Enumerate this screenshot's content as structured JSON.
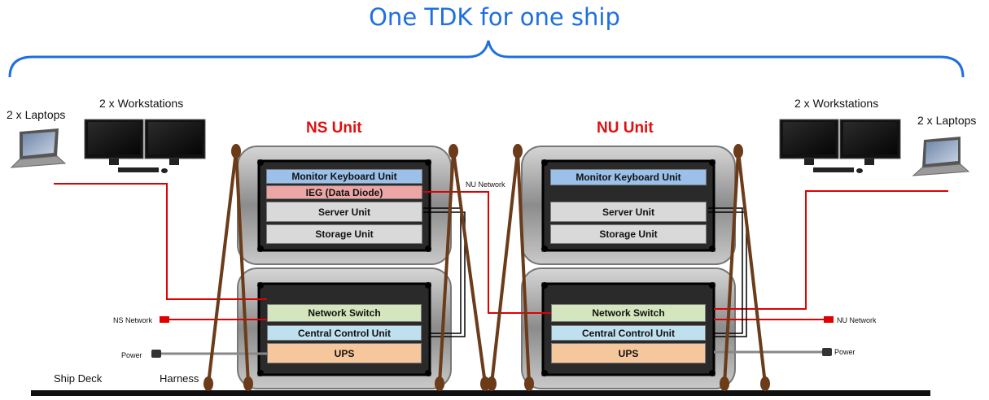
{
  "title": "One TDK for one ship",
  "labels": {
    "left_laptops": "2 x Laptops",
    "left_workstations": "2 x Workstations",
    "right_workstations": "2 x Workstations",
    "right_laptops": "2 x Laptops",
    "ns_network": "NS Network",
    "nu_network_mid": "NU Network",
    "nu_network_right": "NU Network",
    "power_left": "Power",
    "power_right": "Power",
    "ship_deck": "Ship Deck",
    "harness": "Harness"
  },
  "ns_unit": {
    "title": "NS Unit",
    "top_modules": [
      "Monitor Keyboard Unit",
      "IEG (Data Diode)",
      "Server Unit",
      "Storage Unit"
    ],
    "bottom_modules": [
      "Network Switch",
      "Central Control Unit",
      "UPS"
    ]
  },
  "nu_unit": {
    "title": "NU Unit",
    "top_modules": [
      "Monitor Keyboard Unit",
      "Server Unit",
      "Storage Unit"
    ],
    "bottom_modules": [
      "Network Switch",
      "Central Control Unit",
      "UPS"
    ]
  },
  "colors": {
    "title_blue": "#1f6fe0",
    "unit_title_red": "#e01010",
    "monitor_keyboard_unit": "#9bc0ea",
    "data_diode": "#eda6a6",
    "server_storage": "#d9d9d9",
    "network_switch": "#d4e6bd",
    "central_control": "#bfe0ee",
    "ups": "#f6c79c",
    "network_line": "#e00000",
    "harness": "#6b3b1a"
  }
}
